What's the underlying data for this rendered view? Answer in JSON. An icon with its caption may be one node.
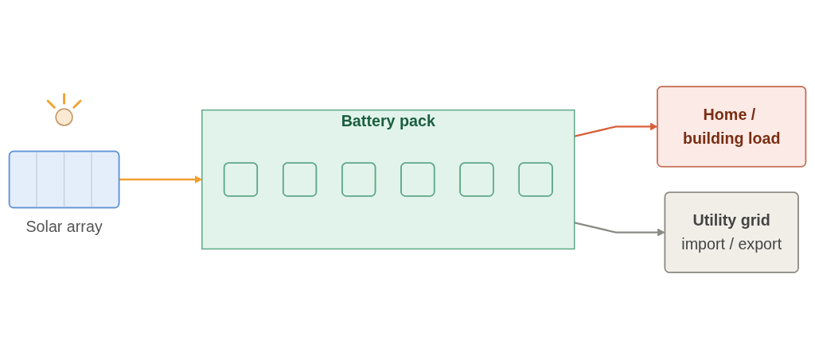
{
  "diagram": {
    "nodes": [
      {
        "text": [],
        "shape": "circle"
      },
      {
        "text": [
          "Solar array"
        ]
      },
      {
        "text": [
          "Battery pack"
        ]
      },
      {
        "text": [],
        "shape": "box",
        "in": 2
      },
      {
        "text": [],
        "shape": "box",
        "in": 2
      },
      {
        "text": [],
        "shape": "box",
        "in": 2
      },
      {
        "text": [],
        "shape": "box",
        "in": 2
      },
      {
        "text": [],
        "shape": "box",
        "in": 2
      },
      {
        "text": [],
        "shape": "box",
        "in": 2
      },
      {
        "text": [
          "Home / building load"
        ]
      },
      {
        "text": [
          "Utility grid",
          "import / export"
        ]
      }
    ],
    "edges": [
      {
        "from": 1,
        "to": 2,
        "arrow": "to",
        "color": "#f0a030"
      },
      {
        "from": 2,
        "to": 9,
        "arrow": "to",
        "color": "#d9603a"
      },
      {
        "from": 2,
        "to": 10,
        "arrow": "to",
        "color": "#8c8b86"
      }
    ]
  }
}
